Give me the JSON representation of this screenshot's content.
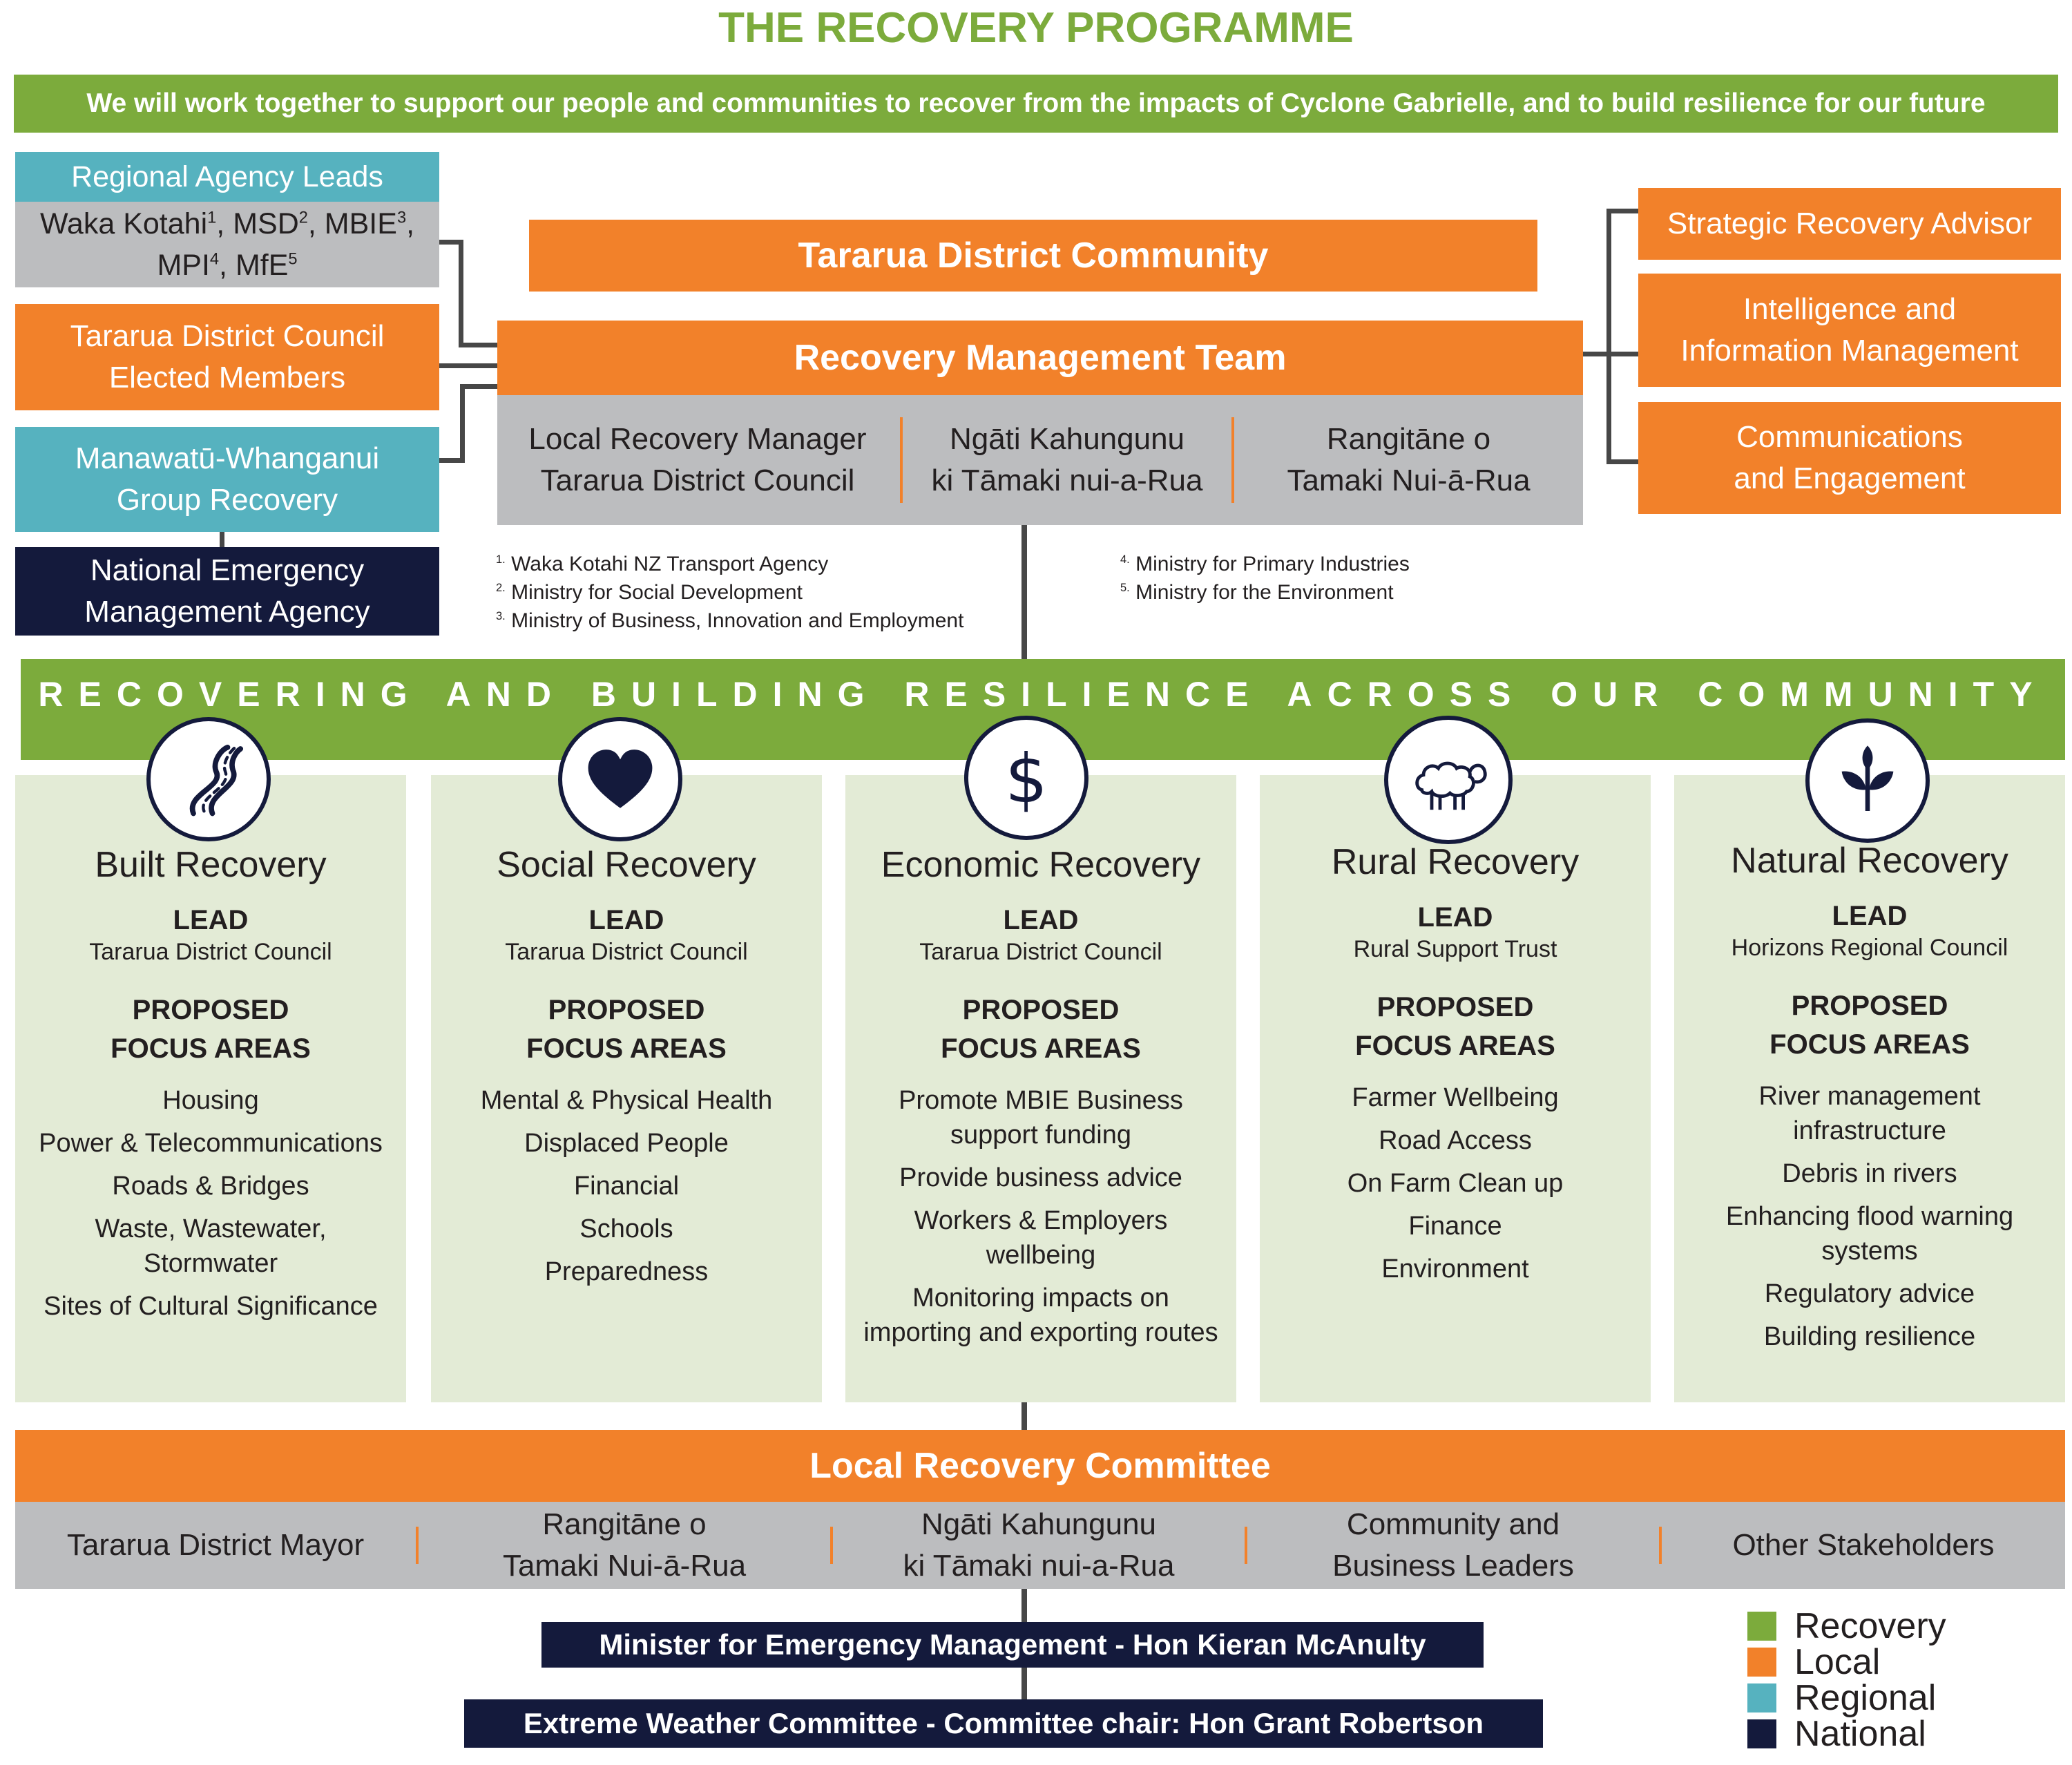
{
  "title": "THE RECOVERY PROGRAMME",
  "mission": "We will work together to support our people and communities to recover from the impacts of Cyclone Gabrielle, and to build resilience for our future",
  "left": {
    "regional_agency_header": "Regional Agency Leads",
    "regional_agency_line1": "Waka Kotahi",
    "regional_agency_line2a": "MPI",
    "regional_agency_line2b": "MfE",
    "council_line1": "Tararua District Council",
    "council_line2": "Elected Members",
    "group_line1": "Manawatū-Whanganui",
    "group_line2": "Group Recovery",
    "nema_line1": "National Emergency",
    "nema_line2": "Management Agency"
  },
  "community": "Tararua District Community",
  "rmt": {
    "title": "Recovery Management Team",
    "members": [
      {
        "line1": "Local Recovery Manager",
        "line2": "Tararua District Council"
      },
      {
        "line1": "Ngāti Kahungunu",
        "line2": "ki Tāmaki nui-a-Rua"
      },
      {
        "line1": "Rangitāne o",
        "line2": "Tamaki Nui-ā-Rua"
      }
    ]
  },
  "right": {
    "advisor": "Strategic Recovery Advisor",
    "intel_line1": "Intelligence and",
    "intel_line2": "Information Management",
    "comms_line1": "Communications",
    "comms_line2": "and Engagement"
  },
  "footnotes": {
    "left": [
      {
        "num": "1.",
        "text": "Waka Kotahi NZ Transport Agency"
      },
      {
        "num": "2.",
        "text": "Ministry for Social Development"
      },
      {
        "num": "3.",
        "text": "Ministry of Business, Innovation and Employment"
      }
    ],
    "right": [
      {
        "num": "4.",
        "text": "Ministry for Primary Industries"
      },
      {
        "num": "5.",
        "text": "Ministry for the Environment"
      }
    ]
  },
  "banner": "RECOVERING AND BUILDING RESILIENCE ACROSS OUR COMMUNITY",
  "lead_label": "LEAD",
  "focus_label_1": "PROPOSED",
  "focus_label_2": "FOCUS AREAS",
  "workstreams": [
    {
      "icon": "road-icon",
      "title": "Built Recovery",
      "lead": "Tararua District Council",
      "items": [
        "Housing",
        "Power & Telecommunications",
        "Roads & Bridges",
        "Waste, Wastewater, Stormwater",
        "Sites of Cultural Significance"
      ]
    },
    {
      "icon": "heart-icon",
      "title": "Social Recovery",
      "lead": "Tararua District Council",
      "items": [
        "Mental & Physical Health",
        "Displaced People",
        "Financial",
        "Schools",
        "Preparedness"
      ]
    },
    {
      "icon": "dollar-icon",
      "title": "Economic Recovery",
      "lead": "Tararua District Council",
      "items": [
        "Promote MBIE Business support funding",
        "Provide business advice",
        "Workers & Employers wellbeing",
        "Monitoring impacts on importing and exporting routes"
      ]
    },
    {
      "icon": "sheep-icon",
      "title": "Rural Recovery",
      "lead": "Rural Support Trust",
      "items": [
        "Farmer Wellbeing",
        "Road Access",
        "On Farm Clean up",
        "Finance",
        "Environment"
      ]
    },
    {
      "icon": "leaf-icon",
      "title": "Natural Recovery",
      "lead": "Horizons Regional Council",
      "items": [
        "River management infrastructure",
        "Debris in rivers",
        "Enhancing flood warning systems",
        "Regulatory advice",
        "Building resilience"
      ]
    }
  ],
  "lrc": {
    "title": "Local Recovery Committee",
    "members": [
      {
        "line1": "Tararua District Mayor",
        "line2": ""
      },
      {
        "line1": "Rangitāne o",
        "line2": "Tamaki Nui-ā-Rua"
      },
      {
        "line1": "Ngāti Kahungunu",
        "line2": "ki Tāmaki nui-a-Rua"
      },
      {
        "line1": "Community and",
        "line2": "Business Leaders"
      },
      {
        "line1": "Other Stakeholders",
        "line2": ""
      }
    ]
  },
  "minister": "Minister for Emergency Management - Hon Kieran McAnulty",
  "committee": "Extreme Weather Committee - Committee chair: Hon Grant Robertson",
  "legend": [
    {
      "label": "Recovery",
      "color": "#7cab3c"
    },
    {
      "label": "Local",
      "color": "#f2812a"
    },
    {
      "label": "Regional",
      "color": "#56b2bf"
    },
    {
      "label": "National",
      "color": "#141a3c"
    }
  ],
  "colors": {
    "green": "#7cab3c",
    "orange": "#f2812a",
    "teal": "#56b2bf",
    "navy": "#141a3c",
    "grey": "#bcbdbf",
    "panel": "#e3ebd6"
  }
}
